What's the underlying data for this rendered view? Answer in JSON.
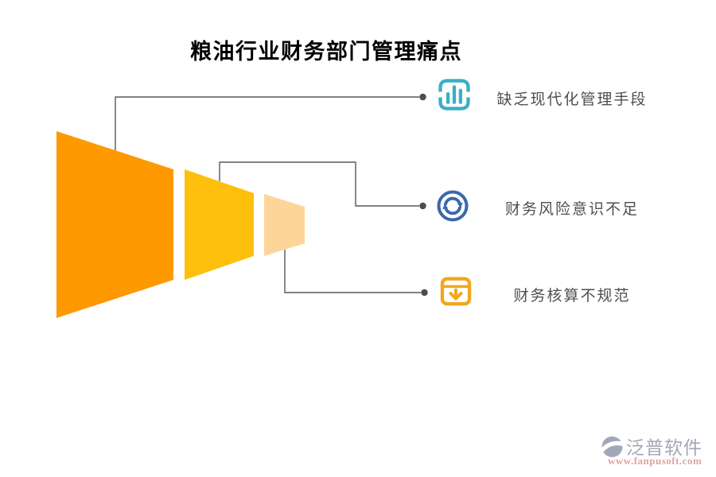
{
  "title": "粮油行业财务部门管理痛点",
  "funnel": {
    "stages": [
      {
        "name": "stage-1",
        "color": "#FF9900"
      },
      {
        "name": "stage-2",
        "color": "#FEC00D"
      },
      {
        "name": "stage-3",
        "color": "#FDD59B"
      }
    ]
  },
  "connector": {
    "line_color": "#595959",
    "dot_color": "#4D4D4D"
  },
  "items": [
    {
      "label": "缺乏现代化管理手段",
      "icon": "bar-chart-icon",
      "color": "#3BAEC6"
    },
    {
      "label": "财务风险意识不足",
      "icon": "sync-icon",
      "color": "#3B68AD"
    },
    {
      "label": "财务核算不规范",
      "icon": "box-download-icon",
      "color": "#F2A71E"
    }
  ],
  "text_color": "#4F4F4F",
  "logo": {
    "name": "泛普软件",
    "url": "www.fanpusoft.com",
    "name_color": "#9BA0AD",
    "url_color": "#DE9B97",
    "icon_color": "#98A0B2"
  }
}
